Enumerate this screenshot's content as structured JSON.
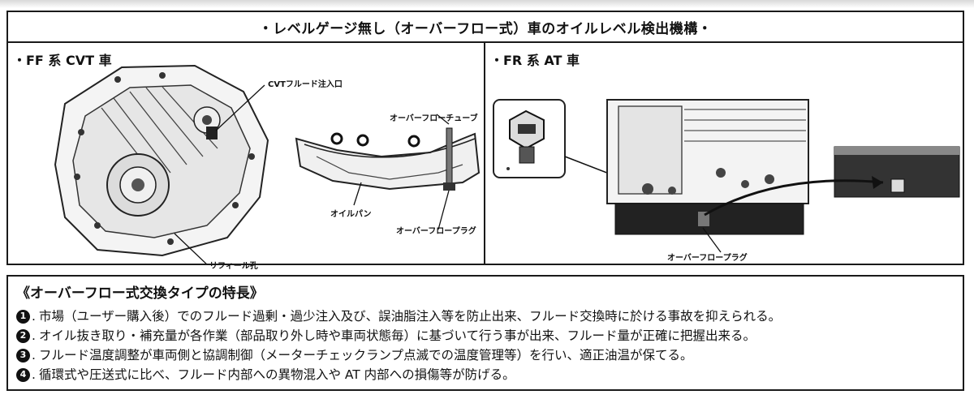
{
  "title": "・レベルゲージ無し（オーバーフロー式）車のオイルレベル検出機構・",
  "left_panel": {
    "label": "・FF 系 CVT 車",
    "callouts": {
      "fill_port": "CVTフルード注入口",
      "overflow_tube": "オーバーフローチューブ",
      "oil_pan": "オイルパン",
      "overflow_plug": "オーバーフロープラグ",
      "refill_hole": "リフィール孔"
    }
  },
  "right_panel": {
    "label": "・FR 系 AT 車",
    "callouts": {
      "overflow_plug": "オーバーフロープラグ"
    }
  },
  "features": {
    "heading": "《オーバーフロー式交換タイプの特長》",
    "items": [
      {
        "num": "1",
        "text": "市場（ユーザー購入後）でのフルード過剰・過少注入及び、誤油脂注入等を防止出来、フルード交換時に於ける事故を抑えられる。"
      },
      {
        "num": "2",
        "text": "オイル抜き取り・補充量が各作業（部品取り外し時や車両状態毎）に基づいて行う事が出来、フルード量が正確に把握出来る。"
      },
      {
        "num": "3",
        "text": "フルード温度調整が車両側と協調制御（メーターチェックランプ点滅での温度管理等）を行い、適正油温が保てる。"
      },
      {
        "num": "4",
        "text": "循環式や圧送式に比べ、フルード内部への異物混入や AT 内部への損傷等が防げる。"
      }
    ]
  }
}
